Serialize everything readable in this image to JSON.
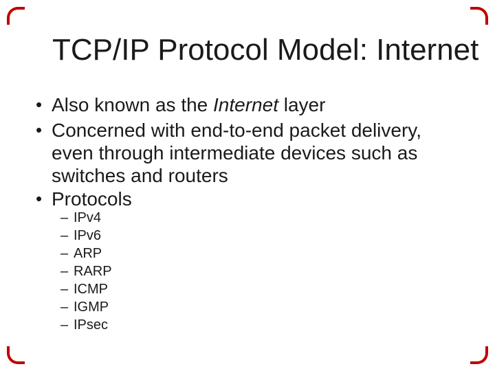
{
  "slide": {
    "title": "TCP/IP Protocol Model: Internet",
    "accent_color": "#c00000",
    "bullet_marker": "•",
    "sub_marker": "–",
    "bullets": {
      "b1": {
        "prefix": "Also known as the ",
        "italic": "Internet",
        "suffix": " layer"
      },
      "b2": {
        "text": "Concerned with end-to-end packet delivery, even through intermediate devices such as switches and routers"
      },
      "b3": {
        "text": "Protocols"
      }
    },
    "protocols": [
      "IPv4",
      "IPv6",
      "ARP",
      "RARP",
      "ICMP",
      "IGMP",
      "IPsec"
    ]
  }
}
